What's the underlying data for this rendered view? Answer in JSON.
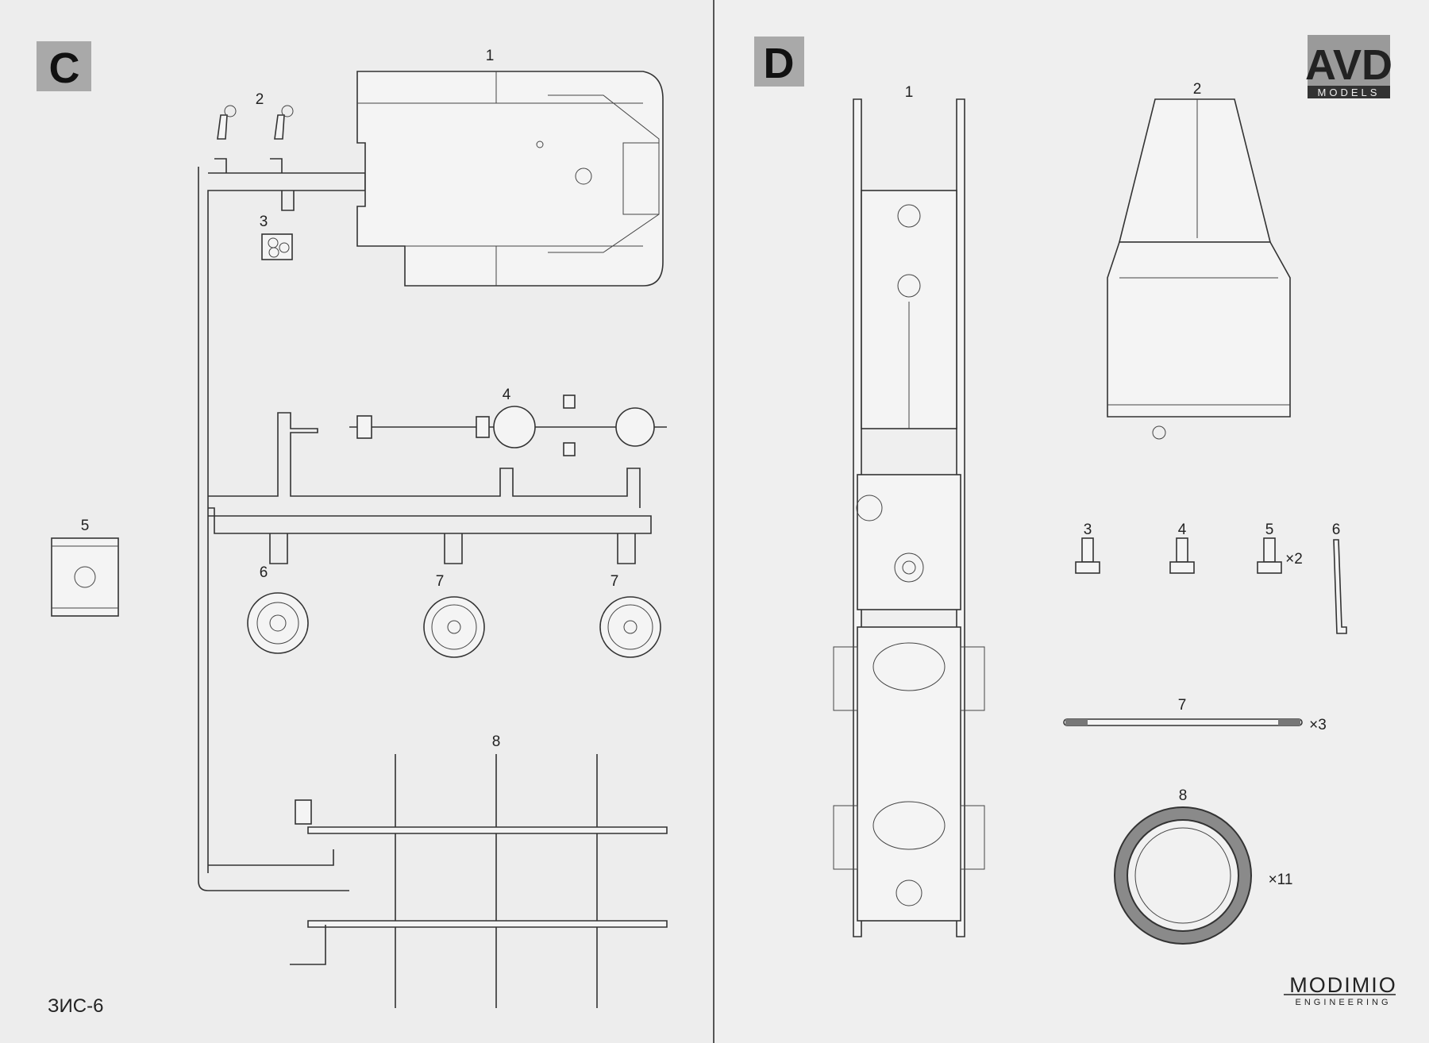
{
  "left_page": {
    "section": "C",
    "parts": [
      "1",
      "2",
      "3",
      "4",
      "5",
      "6",
      "7",
      "7",
      "8"
    ],
    "footer": "ЗИС-6"
  },
  "right_page": {
    "section": "D",
    "logo": {
      "main": "AVD",
      "sub": "MODELS"
    },
    "parts": [
      "1",
      "2",
      "3",
      "4",
      "5",
      "6",
      "7",
      "8"
    ],
    "quantities": {
      "part5": "×2",
      "part7": "×3",
      "part8": "×11"
    },
    "brand": {
      "main": "MODIMIO",
      "sub": "ENGINEERING"
    }
  }
}
